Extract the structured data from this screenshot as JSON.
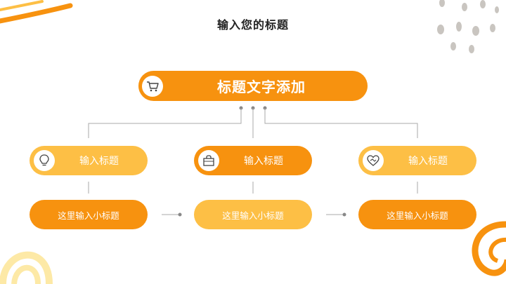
{
  "page": {
    "title": "输入您的标题"
  },
  "main": {
    "label": "标题文字添加",
    "icon": "shopping-cart-icon"
  },
  "columns": [
    {
      "title": "输入标题",
      "subtitle": "这里输入小标题",
      "icon": "lightbulb-icon"
    },
    {
      "title": "输入标题",
      "subtitle": "这里输入小标题",
      "icon": "shopping-bag-icon"
    },
    {
      "title": "输入标题",
      "subtitle": "这里输入小标题",
      "icon": "handshake-heart-icon"
    }
  ],
  "colors": {
    "orange": "#f7920f",
    "light_orange": "#fdbf45",
    "connector": "#aaaaaa",
    "dot": "#888888",
    "deco_gray": "#c9c5c0",
    "deco_yellow": "#fde9a6"
  }
}
